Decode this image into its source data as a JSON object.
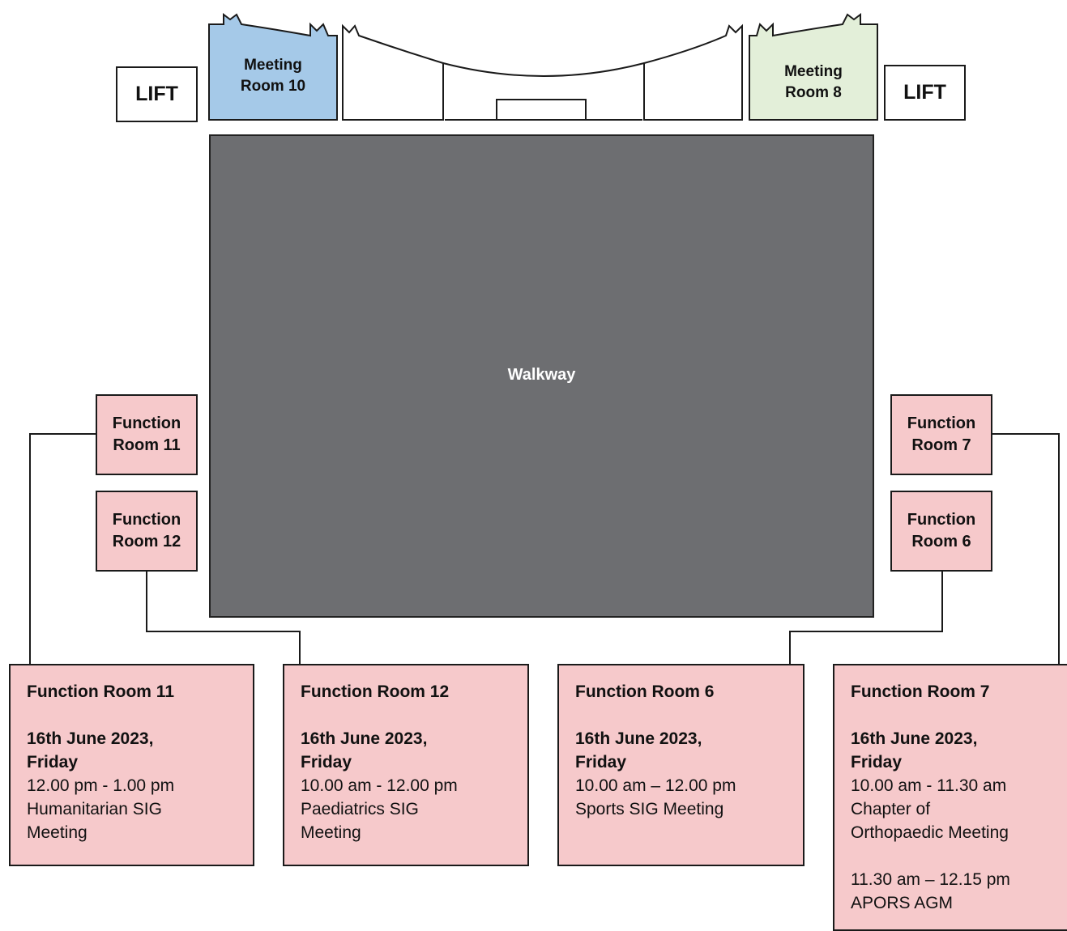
{
  "lifts": {
    "left": "LIFT",
    "right": "LIFT"
  },
  "meeting_rooms": {
    "room10": "Meeting\nRoom 10",
    "room8": "Meeting\nRoom 8"
  },
  "walkway": "Walkway",
  "function_room_labels": {
    "room11": "Function\nRoom 11",
    "room12": "Function\nRoom 12",
    "room7": "Function\nRoom 7",
    "room6": "Function\nRoom 6"
  },
  "cards": {
    "room11": {
      "title": "Function Room 11",
      "date": "16th June 2023,\nFriday",
      "time": "12.00 pm - 1.00 pm",
      "event": "Humanitarian SIG\nMeeting"
    },
    "room12": {
      "title": "Function Room 12",
      "date": "16th June 2023,\nFriday",
      "time": "10.00 am - 12.00 pm",
      "event": "Paediatrics SIG\nMeeting"
    },
    "room6": {
      "title": "Function Room 6",
      "date": "16th June 2023,\nFriday",
      "time": "10.00 am – 12.00 pm",
      "event": "Sports SIG Meeting"
    },
    "room7": {
      "title": "Function Room 7",
      "date": "16th June 2023,\nFriday",
      "time": "10.00 am - 11.30 am",
      "event": "Chapter of\nOrthopaedic Meeting",
      "time2": "11.30 am – 12.15 pm",
      "event2": "APORS AGM"
    }
  },
  "colors": {
    "function_room": "#f6c9cb",
    "meeting_room_10": "#a5c9e8",
    "meeting_room_8": "#e3efd9",
    "walkway": "#6d6e71"
  }
}
